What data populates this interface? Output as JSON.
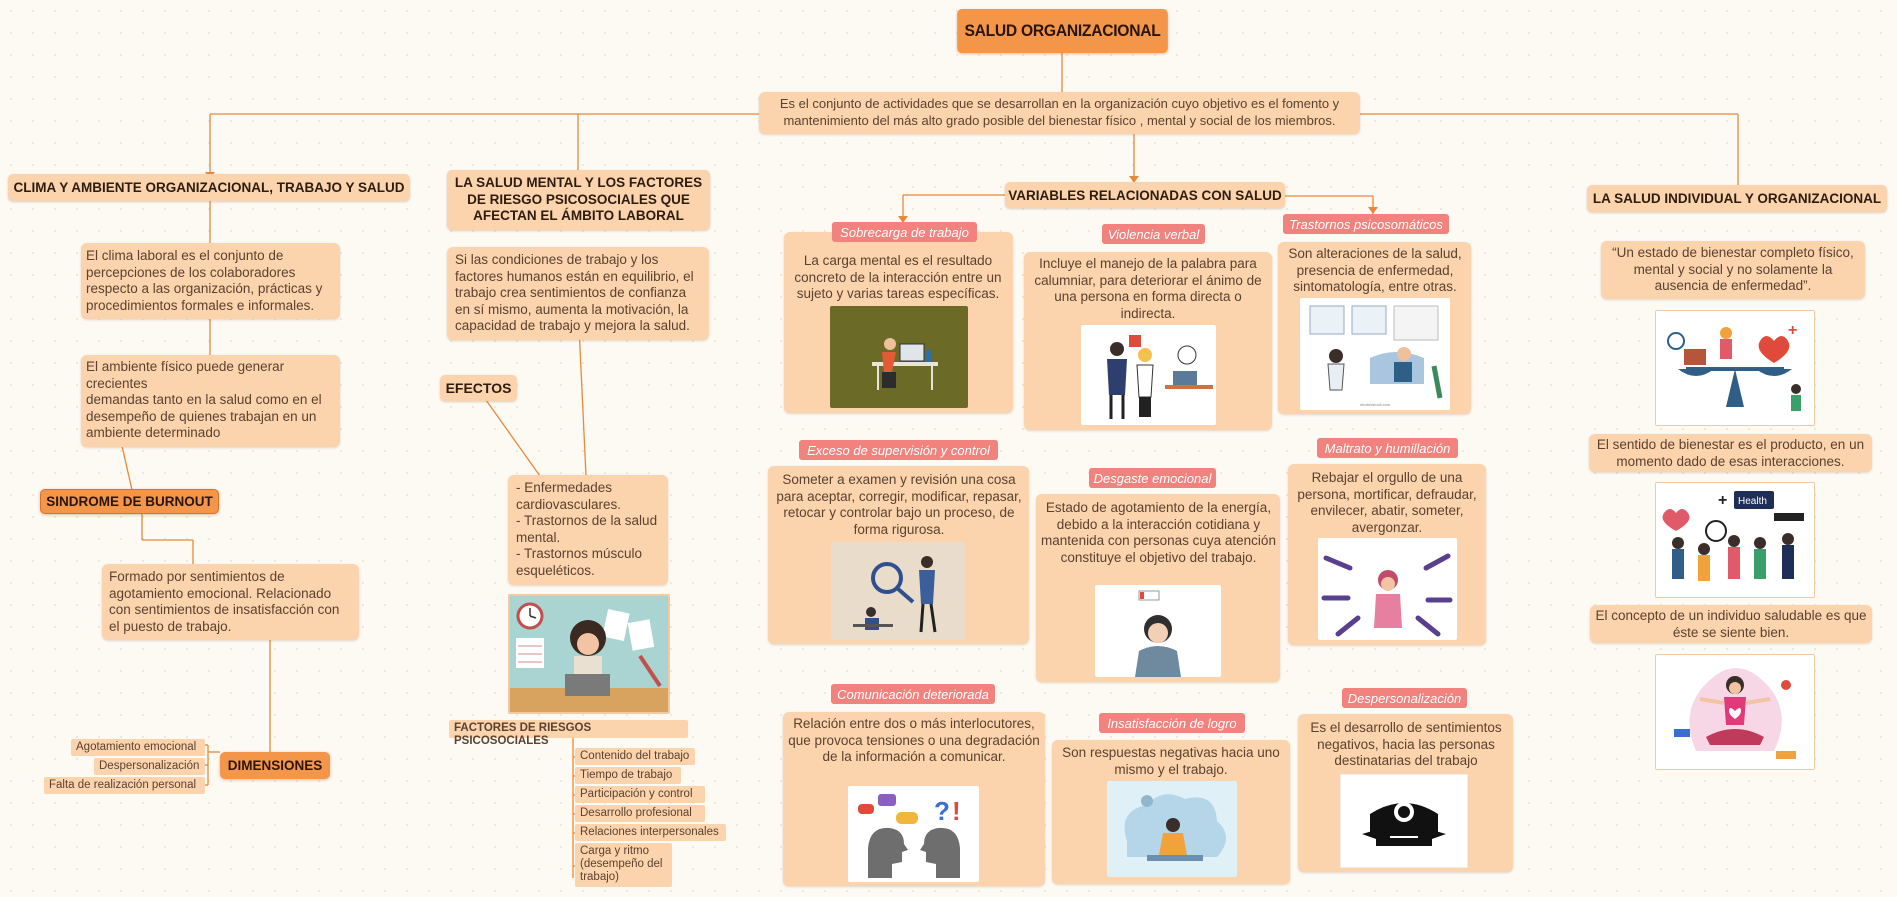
{
  "title": "SALUD ORGANIZACIONAL",
  "definition": "Es el conjunto de actividades que se desarrollan en la organización cuyo objetivo es el fomento y mantenimiento del más alto grado posible del bienestar físico , mental y social de los  miembros.",
  "branch1": {
    "heading": "CLIMA Y AMBIENTE ORGANIZACIONAL, TRABAJO Y SALUD",
    "clima": "El clima laboral es el conjunto de percepciones de los colaboradores respecto a las organización, prácticas y procedimientos formales e informales.",
    "ambiente": "El ambiente físico puede generar crecientes\ndemandas tanto en la salud como en el desempeño de quienes trabajan en un ambiente determinado",
    "burnout": "SINDROME DE BURNOUT",
    "burnout_desc": "Formado por sentimientos de agotamiento emocional. Relacionado con sentimientos de insatisfacción con el puesto de trabajo.",
    "dimensiones": "DIMENSIONES",
    "dims": [
      "Agotamiento emocional",
      "Despersonalización",
      "Falta de realización personal"
    ]
  },
  "branch2": {
    "heading": "LA SALUD MENTAL Y LOS FACTORES DE RIESGO PSICOSOCIALES QUE AFECTAN EL ÁMBITO LABORAL",
    "desc": "Si las condiciones de trabajo y los factores humanos están en equilibrio, el trabajo crea sentimientos de confianza en sí mismo, aumenta la motivación, la capacidad de trabajo y mejora la salud.",
    "efectos": "EFECTOS",
    "efectos_list": "- Enfermedades cardiovasculares.\n- Trastornos de la salud mental.\n- Trastornos músculo esqueléticos.",
    "factores": "FACTORES DE RIESGOS PSICOSOCIALES",
    "factores_list": [
      "Contenido del trabajo",
      "Tiempo de trabajo",
      "Participación y control",
      "Desarrollo profesional",
      "Relaciones interpersonales",
      "Carga y ritmo (desempeño del trabajo)"
    ]
  },
  "branch3": {
    "heading": "VARIABLES RELACIONADAS CON SALUD",
    "items": [
      {
        "label": "Sobrecarga de trabajo",
        "text": "La carga mental es el resultado concreto de la interacción entre un sujeto  y varias tareas específicas."
      },
      {
        "label": "Violencia verbal",
        "text": "Incluye el manejo de la palabra para calumniar, para deteriorar el ánimo de una persona en forma directa o indirecta."
      },
      {
        "label": "Trastornos psicosomáticos",
        "text": "Son alteraciones de la salud, presencia de enfermedad, sintomatología, entre otras."
      },
      {
        "label": "Exceso de supervisión y control",
        "text": "Someter a examen y revisión una cosa para aceptar, corregir, modificar, repasar, retocar y controlar bajo un proceso, de forma rigurosa."
      },
      {
        "label": "Desgaste emocional",
        "text": "Estado de agotamiento de la energía, debido a la interacción cotidiana y mantenida con personas cuya atención constituye el objetivo del trabajo."
      },
      {
        "label": "Maltrato y humillación",
        "text": "Rebajar el orgullo de una persona, mortificar, defraudar, envilecer, abatir, someter, avergonzar."
      },
      {
        "label": "Comunicación deteriorada",
        "text": "Relación entre dos o más interlocutores, que provoca tensiones o una degradación de la información a comunicar."
      },
      {
        "label": "Insatisfacción de logro",
        "text": "Son respuestas negativas hacia uno mismo y el trabajo."
      },
      {
        "label": "Despersonalización",
        "text": "Es el desarrollo de sentimientos negativos, hacia las personas destinatarias del trabajo"
      }
    ]
  },
  "branch4": {
    "heading": "LA SALUD INDIVIDUAL Y ORGANIZACIONAL",
    "quote": "“Un estado de bienestar completo físico, mental y social y no solamente la ausencia de enfermedad”.",
    "bienestar": "El sentido de bienestar es el producto, en un momento dado de esas interacciones.",
    "concepto": "El concepto de un individuo saludable es que éste se siente bien.",
    "health_sign": "Health"
  },
  "colors": {
    "accent": "#f4964a",
    "card": "#fbd3ad",
    "label": "#f1827e",
    "line": "#e8883a"
  }
}
